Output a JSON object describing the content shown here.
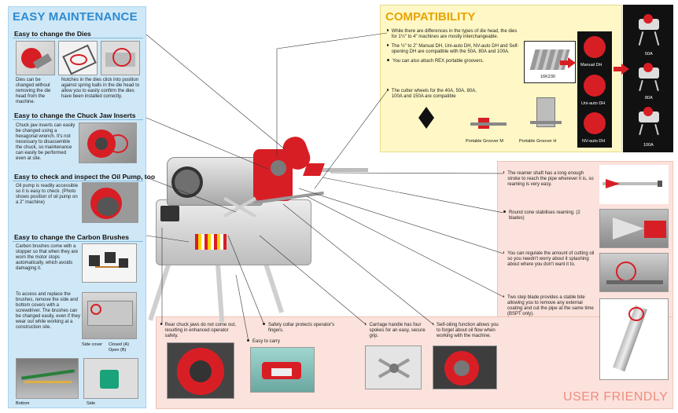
{
  "easy_maintenance": {
    "title": "EASY MAINTENANCE",
    "dies": {
      "heading": "Easy to change the Dies",
      "text_left": "Dies can be changed without removing the die head from the machine.",
      "text_right": "Notches in the dies click into position against spring balls in the die head to allow you to easily confirm the dies have been installed correctly."
    },
    "chuck": {
      "heading": "Easy to change the Chuck Jaw Inserts",
      "text": "Chuck jaw inserts can easily be changed using a hexagonal wrench. It's not necessary to disassemble the chuck, so maintenance can easily be performed even at site."
    },
    "oil": {
      "heading": "Easy to check and inspect the Oil Pump, too",
      "text": "Oil pump is readily accessible so it is easy to check. (Photo shows position of oil pump on a 2\" machine)"
    },
    "brushes": {
      "heading": "Easy to change the Carbon Brushes",
      "text1": "Carbon brushes come with a stopper so that when they are worn the motor stops automatically, which avoids damaging it.",
      "text2": "To access and replace the brushes, remove the side and bottom covers with a screwdriver. The brushes can be changed easily, even if they wear out while working at a construction site.",
      "side_cover": "Side cover",
      "closed": "Closed (A)",
      "open": "Open (B)",
      "bottom": "Bottom",
      "side": "Side"
    }
  },
  "compatibility": {
    "title": "COMPATIBILITY",
    "bullets": [
      "While there are differences in the types of die head, the dies for 1½\" to 4\" machines are mostly interchangeable.",
      "The ½\" to 2\" Manual DH, Uni-auto DH, NV-auto DH and Self-opening DH are compatible with the 50A, 80A and 100A.",
      "You can also attach REX portable groovers."
    ],
    "cutter_text": "The cutter wheels for the 40A, 50A, 80A, 100A and 150A are compatible",
    "die_label": "16K230",
    "heads": [
      "Manual DH",
      "Uni-auto DH",
      "NV-auto DH"
    ],
    "groover_m": "Portable Groover M",
    "groover_h": "Portable Groover H",
    "models": [
      "50A",
      "80A",
      "100A"
    ]
  },
  "user_friendly": {
    "title": "USER FRIENDLY",
    "reamer": "The reamer shaft has a long enough stroke to reach the pipe wherever it is, so reaming is very easy.",
    "cone": "Round cone stabilises reaming. (2 blades)",
    "oil_reg": "You can regulate the amount of cutting oil so you needn't worry about it splashing about where you don't want it to.",
    "blade": "Two step blade provides a stable bite allowing you to remove any external coating and cut the pipe at the same time (BSPT only).",
    "rear_chuck": "Rear chuck jaws do not come out, resulting in enhanced operator safety.",
    "easy_carry": "Easy to carry",
    "safety_collar": "Safety collar protects operator's fingers.",
    "carriage": "Carriage handle has four spokes for an easy, secure grip.",
    "self_oiling": "Self-oiling function allows you to forget about oil flow when working with the machine."
  },
  "colors": {
    "blue_title": "#2d8ad0",
    "yellow_title": "#e8a300",
    "pink_title": "#ef8d7e",
    "machine_red": "#d81e25"
  }
}
